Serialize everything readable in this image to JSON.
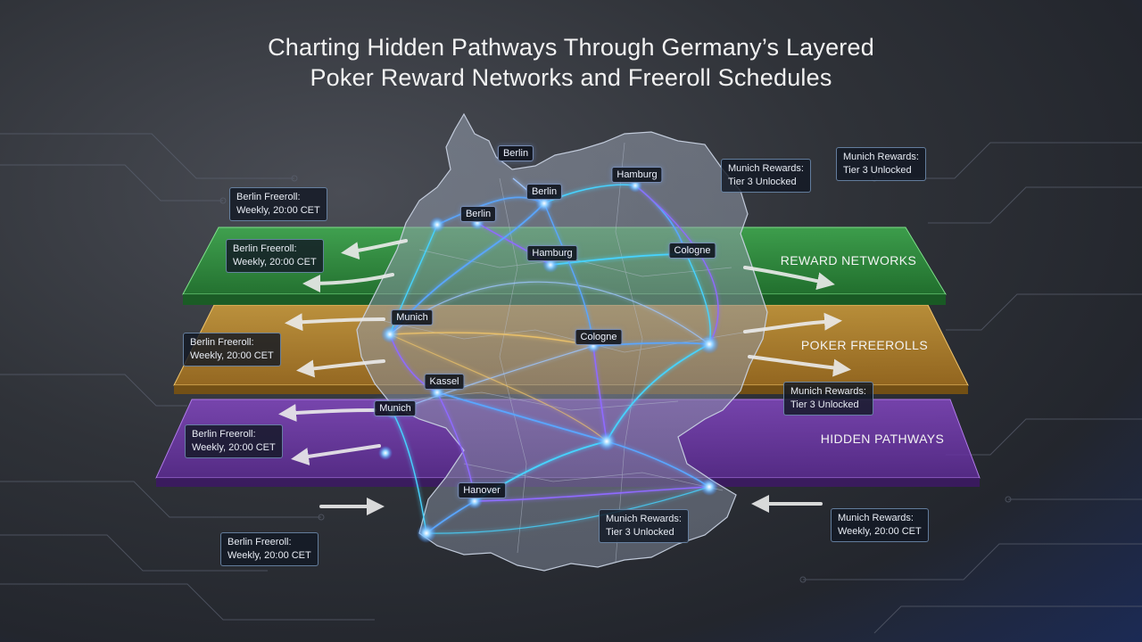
{
  "title": {
    "line1": "Charting Hidden Pathways Through Germany’s Layered",
    "line2": "Poker Reward Networks and Freeroll Schedules"
  },
  "layers": [
    {
      "label": "REWARD NETWORKS",
      "color": "#2f9a3e"
    },
    {
      "label": "POKER FREEROLLS",
      "color": "#c8952c"
    },
    {
      "label": "HIDDEN PATHWAYS",
      "color": "#7a3fb6"
    }
  ],
  "city_labels": [
    "Berlin",
    "Berlin",
    "Hamburg",
    "Berlin",
    "Hamburg",
    "Cologne",
    "Munich",
    "Cologne",
    "Kassel",
    "Munich",
    "Hanover"
  ],
  "info_boxes": [
    {
      "line1": "Berlin Freeroll:",
      "line2": "Weekly, 20:00 CET"
    },
    {
      "line1": "Berlin Freeroll:",
      "line2": "Weekly, 20:00 CET"
    },
    {
      "line1": "Berlin Freeroll:",
      "line2": "Weekly, 20:00 CET"
    },
    {
      "line1": "Berlin Freeroll:",
      "line2": "Weekly, 20:00 CET"
    },
    {
      "line1": "Berlin Freeroll:",
      "line2": "Weekly, 20:00 CET"
    },
    {
      "line1": "Munich Rewards:",
      "line2": "Tier 3 Unlocked"
    },
    {
      "line1": "Munich Rewards:",
      "line2": "Tier 3 Unlocked"
    },
    {
      "line1": "Munich Rewards:",
      "line2": "Tier 3 Unlocked"
    },
    {
      "line1": "Munich Rewards:",
      "line2": "Tier 3 Unlocked"
    },
    {
      "line1": "Munich Rewards:",
      "line2": "Weekly, 20:00 CET"
    }
  ],
  "colors": {
    "node_glow": "#6fb2ff",
    "path_blue": "#5aa6ff",
    "path_violet": "#8f6bff",
    "path_cyan": "#46d3ff",
    "arrow": "#e9e9e9"
  }
}
